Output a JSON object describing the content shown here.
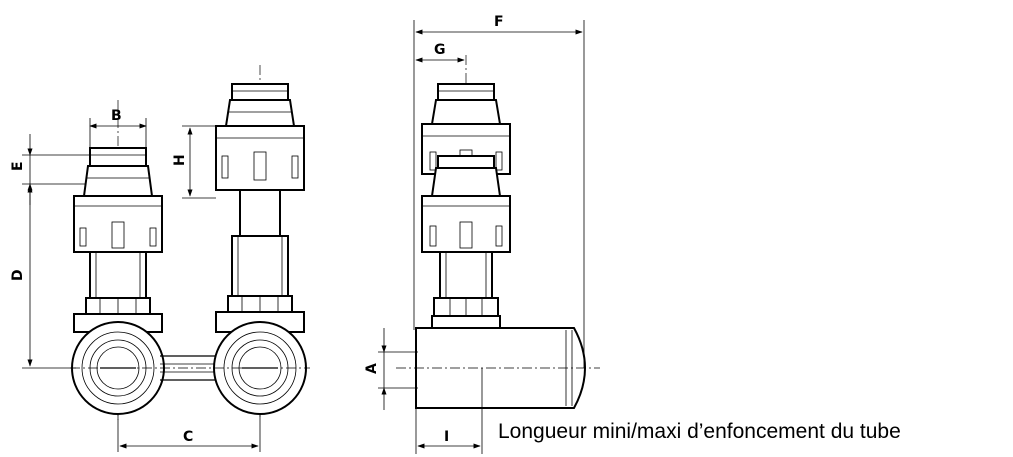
{
  "dimensions": {
    "A": "A",
    "B": "B",
    "C": "C",
    "D": "D",
    "E": "E",
    "F": "F",
    "G": "G",
    "H": "H",
    "I": "I"
  },
  "caption": "Longueur mini/maxi d’enfoncement du tube"
}
